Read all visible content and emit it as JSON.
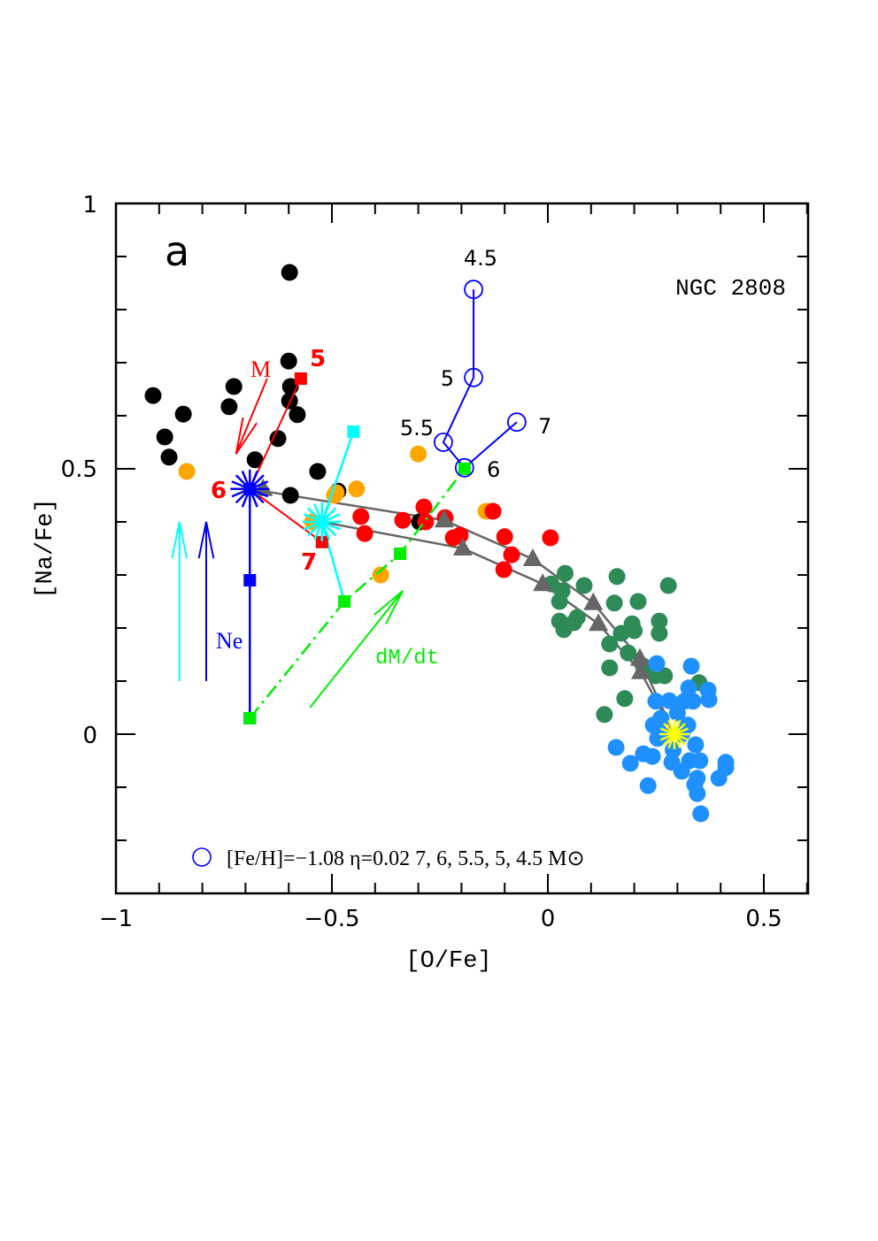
{
  "chart_data": {
    "type": "scatter",
    "title": "",
    "panel_label": "a",
    "cluster_label": "NGC 2808",
    "xlabel": "[O/Fe]",
    "ylabel": "[Na/Fe]",
    "xlim": [
      -1,
      0.6
    ],
    "ylim": [
      -0.3,
      1
    ],
    "xticks_major": [
      -1,
      -0.5,
      0,
      0.5
    ],
    "xtick_labels": [
      "−1",
      "−0.5",
      "0",
      "0.5"
    ],
    "yticks_major": [
      0,
      0.5,
      1
    ],
    "ytick_labels": [
      "0",
      "0.5",
      "1"
    ],
    "grid": false,
    "legend": {
      "marker": "open-circle",
      "color": "#0000ff",
      "text": "[Fe/H]=−1.08 η=0.02 7, 6, 5.5, 5, 4.5 M⊙"
    },
    "series": [
      {
        "name": "black-stars",
        "color": "#000000",
        "marker": "filled-circle",
        "points": [
          [
            -0.598,
            0.87
          ],
          [
            -0.6,
            0.703
          ],
          [
            -0.727,
            0.655
          ],
          [
            -0.914,
            0.638
          ],
          [
            -0.596,
            0.655
          ],
          [
            -0.598,
            0.628
          ],
          [
            -0.738,
            0.617
          ],
          [
            -0.844,
            0.603
          ],
          [
            -0.58,
            0.602
          ],
          [
            -0.625,
            0.557
          ],
          [
            -0.887,
            0.56
          ],
          [
            -0.877,
            0.522
          ],
          [
            -0.678,
            0.517
          ],
          [
            -0.533,
            0.495
          ],
          [
            -0.596,
            0.45
          ],
          [
            -0.486,
            0.458
          ],
          [
            -0.297,
            0.4
          ]
        ]
      },
      {
        "name": "orange-stars",
        "color": "#ffa500",
        "marker": "filled-circle",
        "points": [
          [
            -0.836,
            0.495
          ],
          [
            -0.443,
            0.462
          ],
          [
            -0.494,
            0.45
          ],
          [
            -0.545,
            0.4
          ],
          [
            -0.387,
            0.3
          ],
          [
            -0.143,
            0.42
          ],
          [
            -0.3,
            0.528
          ],
          [
            -0.49,
            0.455
          ]
        ]
      },
      {
        "name": "red-stars",
        "color": "#ff0000",
        "marker": "filled-circle",
        "points": [
          [
            -0.433,
            0.41
          ],
          [
            -0.424,
            0.378
          ],
          [
            -0.336,
            0.403
          ],
          [
            -0.287,
            0.428
          ],
          [
            -0.283,
            0.4
          ],
          [
            -0.238,
            0.408
          ],
          [
            -0.219,
            0.37
          ],
          [
            -0.203,
            0.375
          ],
          [
            -0.127,
            0.42
          ],
          [
            -0.1,
            0.372
          ],
          [
            -0.084,
            0.338
          ],
          [
            -0.102,
            0.31
          ],
          [
            0.006,
            0.37
          ]
        ]
      },
      {
        "name": "green-stars",
        "color": "#2e8b57",
        "marker": "filled-circle",
        "points": [
          [
            0.04,
            0.303
          ],
          [
            0.084,
            0.28
          ],
          [
            0.16,
            0.297
          ],
          [
            0.279,
            0.28
          ],
          [
            0.008,
            0.283
          ],
          [
            0.033,
            0.27
          ],
          [
            0.027,
            0.25
          ],
          [
            0.027,
            0.213
          ],
          [
            0.068,
            0.22
          ],
          [
            0.037,
            0.197
          ],
          [
            0.154,
            0.247
          ],
          [
            0.209,
            0.25
          ],
          [
            0.195,
            0.208
          ],
          [
            0.258,
            0.213
          ],
          [
            0.258,
            0.19
          ],
          [
            0.143,
            0.17
          ],
          [
            0.186,
            0.153
          ],
          [
            0.143,
            0.125
          ],
          [
            0.221,
            0.128
          ],
          [
            0.178,
            0.067
          ],
          [
            0.131,
            0.037
          ],
          [
            0.35,
            0.097
          ],
          [
            0.17,
            0.19
          ],
          [
            0.2,
            0.195
          ],
          [
            0.06,
            0.21
          ],
          [
            0.25,
            0.11
          ],
          [
            0.27,
            0.11
          ]
        ]
      },
      {
        "name": "blue-stars",
        "color": "#1e90ff",
        "marker": "filled-circle",
        "points": [
          [
            0.252,
            0.133
          ],
          [
            0.332,
            0.128
          ],
          [
            0.326,
            0.087
          ],
          [
            0.371,
            0.083
          ],
          [
            0.373,
            0.065
          ],
          [
            0.25,
            0.062
          ],
          [
            0.281,
            0.063
          ],
          [
            0.316,
            0.062
          ],
          [
            0.336,
            0.062
          ],
          [
            0.262,
            0.03
          ],
          [
            0.244,
            0.017
          ],
          [
            0.324,
            0.017
          ],
          [
            0.254,
            -0.008
          ],
          [
            0.342,
            -0.02
          ],
          [
            0.158,
            -0.025
          ],
          [
            0.221,
            -0.037
          ],
          [
            0.242,
            -0.042
          ],
          [
            0.287,
            -0.053
          ],
          [
            0.191,
            -0.055
          ],
          [
            0.328,
            -0.05
          ],
          [
            0.352,
            -0.05
          ],
          [
            0.31,
            -0.07
          ],
          [
            0.346,
            -0.083
          ],
          [
            0.396,
            -0.083
          ],
          [
            0.412,
            -0.053
          ],
          [
            0.412,
            -0.063
          ],
          [
            0.232,
            -0.097
          ],
          [
            0.346,
            -0.112
          ],
          [
            0.354,
            -0.15
          ],
          [
            0.3,
            0.04
          ],
          [
            0.27,
            0.0
          ],
          [
            0.31,
            0.0
          ],
          [
            0.29,
            -0.03
          ],
          [
            0.34,
            -0.095
          ]
        ]
      }
    ],
    "model_tracks": [
      {
        "name": "blue-open-circle-track",
        "color": "#0000ff",
        "marker": "open-circle",
        "points": [
          [
            -0.172,
            0.838
          ],
          [
            -0.172,
            0.672
          ],
          [
            -0.242,
            0.55
          ],
          [
            -0.193,
            0.502
          ],
          [
            -0.072,
            0.588
          ]
        ],
        "labels": [
          "4.5",
          "5",
          "5.5",
          "6",
          "7"
        ]
      },
      {
        "name": "grey-dilution-upper",
        "color": "#666666",
        "marker": "triangle",
        "points": [
          [
            -0.69,
            0.462
          ],
          [
            -0.24,
            0.403
          ],
          [
            -0.035,
            0.33
          ],
          [
            0.105,
            0.247
          ],
          [
            0.213,
            0.142
          ],
          [
            0.293,
            0.0
          ]
        ]
      },
      {
        "name": "grey-dilution-lower",
        "color": "#666666",
        "marker": "triangle",
        "points": [
          [
            -0.523,
            0.4
          ],
          [
            -0.197,
            0.35
          ],
          [
            -0.012,
            0.283
          ],
          [
            0.117,
            0.208
          ],
          [
            0.215,
            0.117
          ],
          [
            0.293,
            0.0
          ]
        ]
      },
      {
        "name": "red-mass-track",
        "color": "#ff0000",
        "marker": "filled-square",
        "points": [
          [
            -0.572,
            0.67
          ],
          [
            -0.69,
            0.462
          ],
          [
            -0.523,
            0.362
          ]
        ],
        "labels": [
          "5",
          "6",
          "7"
        ]
      },
      {
        "name": "cyan-track",
        "color": "#00ffff",
        "marker": "filled-square",
        "points": [
          [
            -0.45,
            0.57
          ],
          [
            -0.523,
            0.4
          ],
          [
            -0.471,
            0.25
          ]
        ]
      },
      {
        "name": "blue-ne-track",
        "color": "#0000ff",
        "marker": "filled-square",
        "points": [
          [
            -0.69,
            0.462
          ],
          [
            -0.69,
            0.29
          ],
          [
            -0.69,
            0.03
          ]
        ]
      },
      {
        "name": "green-dmdt-track",
        "color": "#00ee00",
        "marker": "filled-square",
        "line": "dash-dot",
        "points": [
          [
            -0.69,
            0.03
          ],
          [
            -0.471,
            0.25
          ],
          [
            -0.342,
            0.34
          ],
          [
            -0.193,
            0.5
          ]
        ]
      }
    ],
    "special_markers": [
      {
        "name": "blue-asterisk",
        "color": "#0000ff",
        "point": [
          -0.69,
          0.462
        ]
      },
      {
        "name": "cyan-asterisk",
        "color": "#00ffff",
        "point": [
          -0.523,
          0.4
        ]
      },
      {
        "name": "yellow-asterisk",
        "color": "#ffff00",
        "point": [
          0.293,
          0.0
        ]
      }
    ],
    "arrows": [
      {
        "name": "M-arrow",
        "color": "#ff0000",
        "from": [
          -0.65,
          0.67
        ],
        "to": [
          -0.722,
          0.528
        ],
        "label": "M"
      },
      {
        "name": "cyan-arrow",
        "color": "#00ffff",
        "from": [
          -0.853,
          0.1
        ],
        "to": [
          -0.853,
          0.4
        ]
      },
      {
        "name": "Ne-arrow",
        "color": "#0000ff",
        "from": [
          -0.791,
          0.1
        ],
        "to": [
          -0.791,
          0.4
        ],
        "label": "Ne"
      },
      {
        "name": "dMdt-arrow",
        "color": "#00ee00",
        "from": [
          -0.551,
          0.05
        ],
        "to": [
          -0.336,
          0.27
        ],
        "label": "dM/dt"
      }
    ],
    "annotations": {
      "red_5": "5",
      "red_6": "6",
      "red_7": "7",
      "blue_4_5": "4.5",
      "blue_5": "5",
      "blue_5_5": "5.5",
      "blue_6": "6",
      "blue_7": "7",
      "M": "M",
      "Ne": "Ne",
      "dMdt": "dM/dt"
    }
  }
}
